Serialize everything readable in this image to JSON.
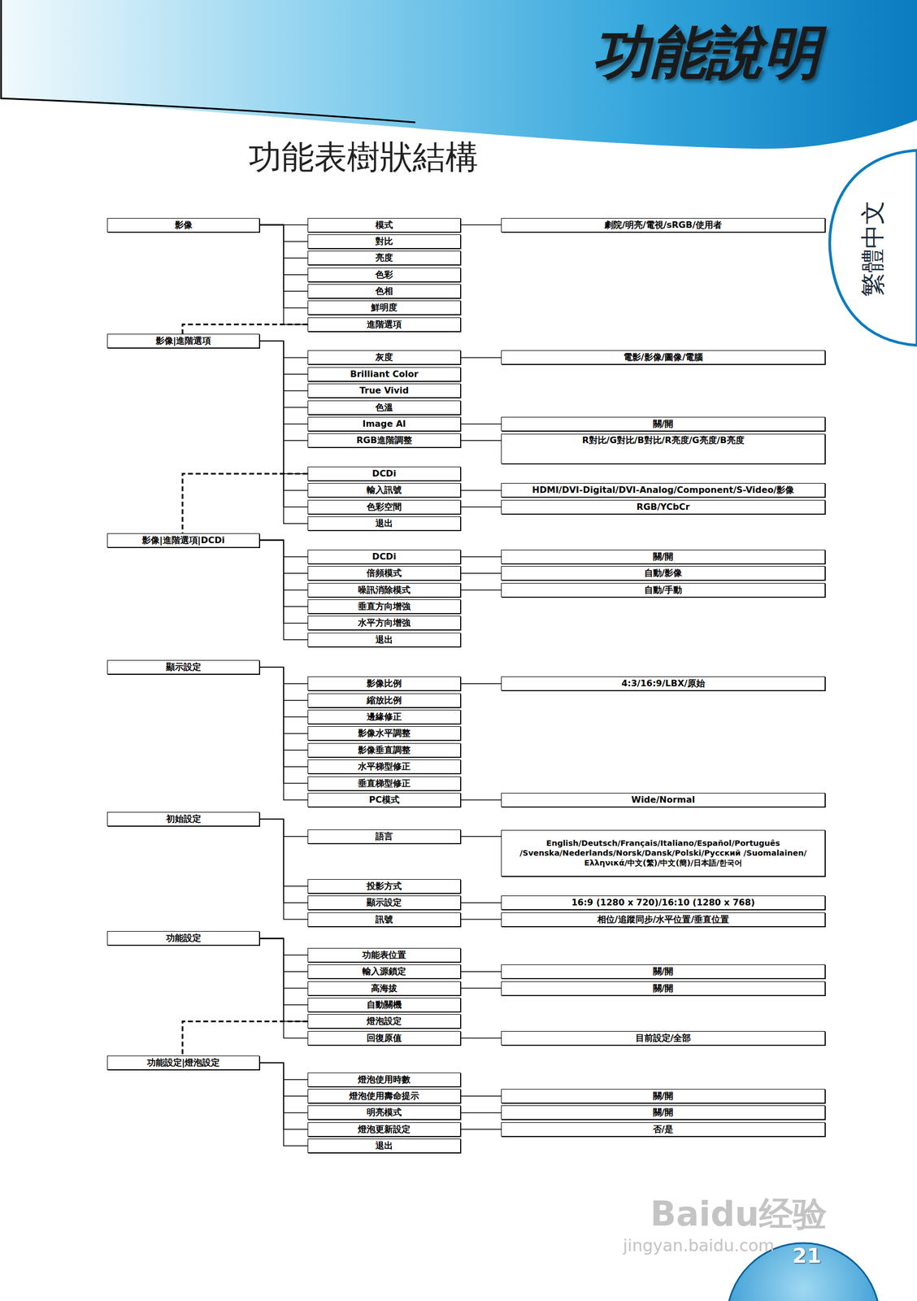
{
  "diagram": {
    "title": "功能表樹狀結構",
    "nodes": [
      {
        "text": [
          "影像"
        ]
      },
      {
        "text": [
          "模式"
        ]
      },
      {
        "text": [
          "劇院/明亮/電視/sRGB/使用者"
        ]
      },
      {
        "text": [
          "對比"
        ]
      },
      {
        "text": [
          "亮度"
        ]
      },
      {
        "text": [
          "色彩"
        ]
      },
      {
        "text": [
          "色相"
        ]
      },
      {
        "text": [
          "鮮明度"
        ]
      },
      {
        "text": [
          "進階選項"
        ]
      },
      {
        "text": [
          "影像|進階選項"
        ]
      },
      {
        "text": [
          "灰度"
        ]
      },
      {
        "text": [
          "電影/影像/圖像/電腦"
        ]
      },
      {
        "text": [
          "Brilliant Color"
        ]
      },
      {
        "text": [
          "True Vivid"
        ]
      },
      {
        "text": [
          "色溫"
        ]
      },
      {
        "text": [
          "Image AI"
        ]
      },
      {
        "text": [
          "關/開"
        ]
      },
      {
        "text": [
          "RGB進階調整"
        ]
      },
      {
        "text": [
          "R對比/G對比/B對比/R亮度/G亮度/B亮度"
        ]
      },
      {
        "text": [
          "DCDi"
        ]
      },
      {
        "text": [
          "輸入訊號"
        ]
      },
      {
        "text": [
          "HDMI/DVI-Digital/DVI-Analog/Component/S-Video/影像"
        ]
      },
      {
        "text": [
          "色彩空間"
        ]
      },
      {
        "text": [
          "RGB/YCbCr"
        ]
      },
      {
        "text": [
          "退出"
        ]
      },
      {
        "text": [
          "影像|進階選項|DCDi"
        ]
      },
      {
        "text": [
          "DCDi"
        ]
      },
      {
        "text": [
          "關/開"
        ]
      },
      {
        "text": [
          "倍頻模式"
        ]
      },
      {
        "text": [
          "自動/影像"
        ]
      },
      {
        "text": [
          "噪訊消除模式"
        ]
      },
      {
        "text": [
          "自動/手動"
        ]
      },
      {
        "text": [
          "垂直方向增強"
        ]
      },
      {
        "text": [
          "水平方向增強"
        ]
      },
      {
        "text": [
          "退出"
        ]
      },
      {
        "text": [
          "顯示設定"
        ]
      },
      {
        "text": [
          "影像比例"
        ]
      },
      {
        "text": [
          "4:3/16:9/LBX/原始"
        ]
      },
      {
        "text": [
          "縮放比例"
        ]
      },
      {
        "text": [
          "邊緣修正"
        ]
      },
      {
        "text": [
          "影像水平調整"
        ]
      },
      {
        "text": [
          "影像垂直調整"
        ]
      },
      {
        "text": [
          "水平梯型修正"
        ]
      },
      {
        "text": [
          "垂直梯型修正"
        ]
      },
      {
        "text": [
          "PC模式"
        ]
      },
      {
        "text": [
          "Wide/Normal"
        ]
      },
      {
        "text": [
          "初始設定"
        ]
      },
      {
        "text": [
          "語言"
        ]
      },
      {
        "text": [
          "English/Deutsch/Français/Italiano/Español/Português /Svenska/Nederlands/Norsk/Dansk/Polski/Русский /Suomalainen/Ελληνικά/中文(繁)/中文(簡)/日本語/한국어"
        ]
      },
      {
        "text": [
          "投影方式"
        ]
      },
      {
        "text": [
          "顯示設定"
        ]
      },
      {
        "text": [
          "16:9 (1280 x 720)/16:10 (1280 x 768)"
        ]
      },
      {
        "text": [
          "訊號"
        ]
      },
      {
        "text": [
          "相位/追蹤同步/水平位置/垂直位置"
        ]
      },
      {
        "text": [
          "功能設定"
        ]
      },
      {
        "text": [
          "功能表位置"
        ]
      },
      {
        "text": [
          "輸入源鎖定"
        ]
      },
      {
        "text": [
          "關/開"
        ]
      },
      {
        "text": [
          "高海拔"
        ]
      },
      {
        "text": [
          "關/開"
        ]
      },
      {
        "text": [
          "自動關機"
        ]
      },
      {
        "text": [
          "燈泡設定"
        ]
      },
      {
        "text": [
          "回復原值"
        ]
      },
      {
        "text": [
          "目前設定/全部"
        ]
      },
      {
        "text": [
          "功能設定|燈泡設定"
        ]
      },
      {
        "text": [
          "燈泡使用時數"
        ]
      },
      {
        "text": [
          "燈泡使用壽命提示"
        ]
      },
      {
        "text": [
          "關/開"
        ]
      },
      {
        "text": [
          "明亮模式"
        ]
      },
      {
        "text": [
          "關/開"
        ]
      },
      {
        "text": [
          "燈泡更新設定"
        ]
      },
      {
        "text": [
          "否/是"
        ]
      },
      {
        "text": [
          "退出"
        ]
      }
    ],
    "edges": [
      {
        "from": 0,
        "to": 1,
        "arrow": "none"
      },
      {
        "from": 0,
        "to": 3,
        "arrow": "none"
      },
      {
        "from": 0,
        "to": 4,
        "arrow": "none"
      },
      {
        "from": 0,
        "to": 5,
        "arrow": "none"
      },
      {
        "from": 0,
        "to": 6,
        "arrow": "none"
      },
      {
        "from": 0,
        "to": 7,
        "arrow": "none"
      },
      {
        "from": 0,
        "to": 8,
        "arrow": "none"
      },
      {
        "from": 1,
        "to": 2,
        "arrow": "none"
      },
      {
        "from": 8,
        "to": 9,
        "arrow": "none"
      },
      {
        "from": 9,
        "to": 10,
        "arrow": "none"
      },
      {
        "from": 9,
        "to": 12,
        "arrow": "none"
      },
      {
        "from": 9,
        "to": 13,
        "arrow": "none"
      },
      {
        "from": 9,
        "to": 14,
        "arrow": "none"
      },
      {
        "from": 9,
        "to": 15,
        "arrow": "none"
      },
      {
        "from": 9,
        "to": 17,
        "arrow": "none"
      },
      {
        "from": 9,
        "to": 19,
        "arrow": "none"
      },
      {
        "from": 9,
        "to": 20,
        "arrow": "none"
      },
      {
        "from": 9,
        "to": 22,
        "arrow": "none"
      },
      {
        "from": 9,
        "to": 24,
        "arrow": "none"
      },
      {
        "from": 10,
        "to": 11,
        "arrow": "none"
      },
      {
        "from": 15,
        "to": 16,
        "arrow": "none"
      },
      {
        "from": 17,
        "to": 18,
        "arrow": "none"
      },
      {
        "from": 20,
        "to": 21,
        "arrow": "none"
      },
      {
        "from": 22,
        "to": 23,
        "arrow": "none"
      },
      {
        "from": 19,
        "to": 25,
        "arrow": "none"
      },
      {
        "from": 25,
        "to": 26,
        "arrow": "none"
      },
      {
        "from": 25,
        "to": 28,
        "arrow": "none"
      },
      {
        "from": 25,
        "to": 30,
        "arrow": "none"
      },
      {
        "from": 25,
        "to": 32,
        "arrow": "none"
      },
      {
        "from": 25,
        "to": 33,
        "arrow": "none"
      },
      {
        "from": 25,
        "to": 34,
        "arrow": "none"
      },
      {
        "from": 26,
        "to": 27,
        "arrow": "none"
      },
      {
        "from": 28,
        "to": 29,
        "arrow": "none"
      },
      {
        "from": 30,
        "to": 31,
        "arrow": "none"
      },
      {
        "from": 35,
        "to": 36,
        "arrow": "none"
      },
      {
        "from": 35,
        "to": 38,
        "arrow": "none"
      },
      {
        "from": 35,
        "to": 39,
        "arrow": "none"
      },
      {
        "from": 35,
        "to": 40,
        "arrow": "none"
      },
      {
        "from": 35,
        "to": 41,
        "arrow": "none"
      },
      {
        "from": 35,
        "to": 42,
        "arrow": "none"
      },
      {
        "from": 35,
        "to": 43,
        "arrow": "none"
      },
      {
        "from": 35,
        "to": 44,
        "arrow": "none"
      },
      {
        "from": 36,
        "to": 37,
        "arrow": "none"
      },
      {
        "from": 44,
        "to": 45,
        "arrow": "none"
      },
      {
        "from": 46,
        "to": 47,
        "arrow": "none"
      },
      {
        "from": 46,
        "to": 49,
        "arrow": "none"
      },
      {
        "from": 46,
        "to": 50,
        "arrow": "none"
      },
      {
        "from": 46,
        "to": 52,
        "arrow": "none"
      },
      {
        "from": 47,
        "to": 48,
        "arrow": "none"
      },
      {
        "from": 50,
        "to": 51,
        "arrow": "none"
      },
      {
        "from": 52,
        "to": 53,
        "arrow": "none"
      },
      {
        "from": 54,
        "to": 55,
        "arrow": "none"
      },
      {
        "from": 54,
        "to": 56,
        "arrow": "none"
      },
      {
        "from": 54,
        "to": 58,
        "arrow": "none"
      },
      {
        "from": 54,
        "to": 60,
        "arrow": "none"
      },
      {
        "from": 54,
        "to": 61,
        "arrow": "none"
      },
      {
        "from": 54,
        "to": 62,
        "arrow": "none"
      },
      {
        "from": 56,
        "to": 57,
        "arrow": "none"
      },
      {
        "from": 58,
        "to": 59,
        "arrow": "none"
      },
      {
        "from": 62,
        "to": 63,
        "arrow": "none"
      },
      {
        "from": 61,
        "to": 64,
        "arrow": "none"
      },
      {
        "from": 64,
        "to": 65,
        "arrow": "none"
      },
      {
        "from": 64,
        "to": 66,
        "arrow": "none"
      },
      {
        "from": 64,
        "to": 68,
        "arrow": "none"
      },
      {
        "from": 64,
        "to": 70,
        "arrow": "none"
      },
      {
        "from": 64,
        "to": 72,
        "arrow": "none"
      },
      {
        "from": 66,
        "to": 67,
        "arrow": "none"
      },
      {
        "from": 68,
        "to": 69,
        "arrow": "none"
      },
      {
        "from": 70,
        "to": 71,
        "arrow": "none"
      }
    ],
    "labels": [
      "功能說明",
      "繁體中文",
      "21",
      "Baidu经验",
      "jingyan.baidu.com"
    ]
  }
}
